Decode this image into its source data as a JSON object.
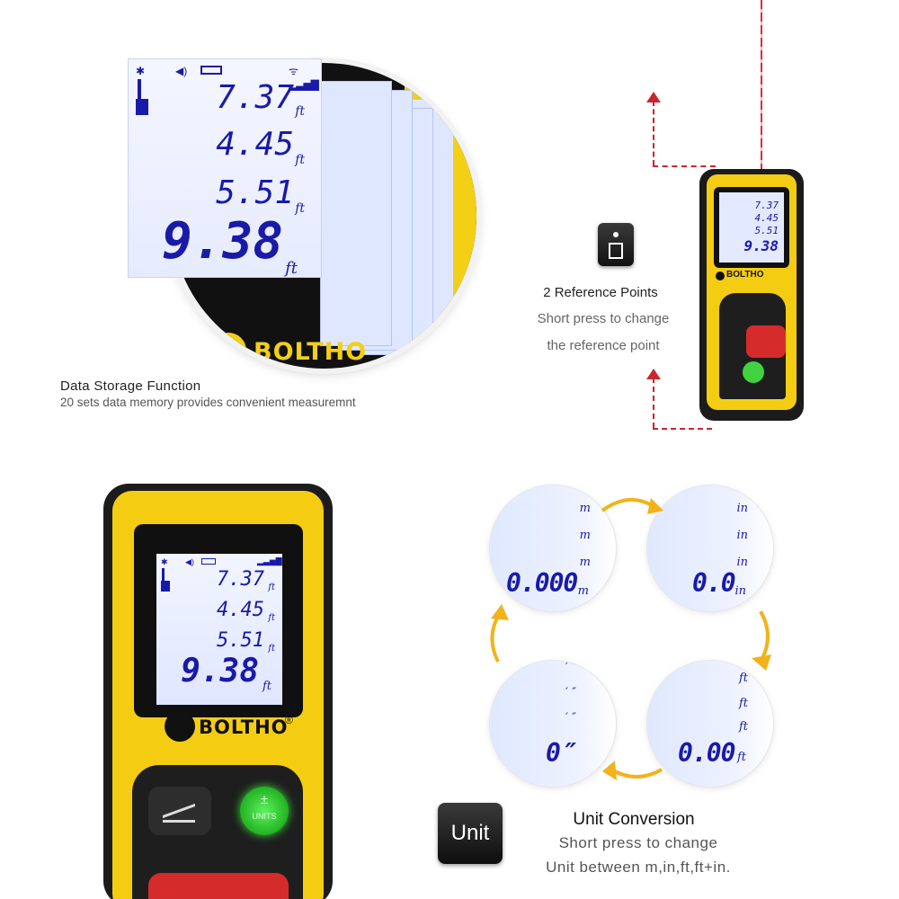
{
  "storage": {
    "title": "Data Storage Function",
    "subtitle": "20 sets data memory provides convenient measuremnt",
    "readings": [
      "7.37",
      "4.45",
      "5.51",
      "9.38"
    ],
    "unit": "ft",
    "brand": "BOLTHO"
  },
  "reference": {
    "title": "2 Reference Points",
    "subtitle_line1": "Short press to change",
    "subtitle_line2": "the reference point",
    "device_readings": [
      "7.37",
      "4.45",
      "5.51",
      "9.38"
    ],
    "brand": "BOLTHO"
  },
  "big_device": {
    "readings": [
      "7.37",
      "4.45",
      "5.51",
      "9.38"
    ],
    "unit": "ft",
    "brand": "BOLTHO",
    "registered_mark": "®",
    "units_button_label": "UNITS",
    "units_button_symbol": "±"
  },
  "unit_conversion": {
    "tile_label": "Unit",
    "title": "Unit Conversion",
    "subtitle_line1": "Short press to change",
    "subtitle_line2": "Unit between m,in,ft,ft+in.",
    "circles": [
      {
        "id": "m",
        "unit": "m",
        "value": "0.000"
      },
      {
        "id": "in",
        "unit": "in",
        "value": "0.0"
      },
      {
        "id": "ft",
        "unit": "ft",
        "value": "0.00"
      },
      {
        "id": "ftin",
        "unit": "′ ″",
        "value": "0″"
      }
    ]
  },
  "colors": {
    "yellow": "#f4cd12",
    "lcd_digit": "#1a1aa8",
    "laser": "#e5273a",
    "arrow": "#f2b21b"
  }
}
